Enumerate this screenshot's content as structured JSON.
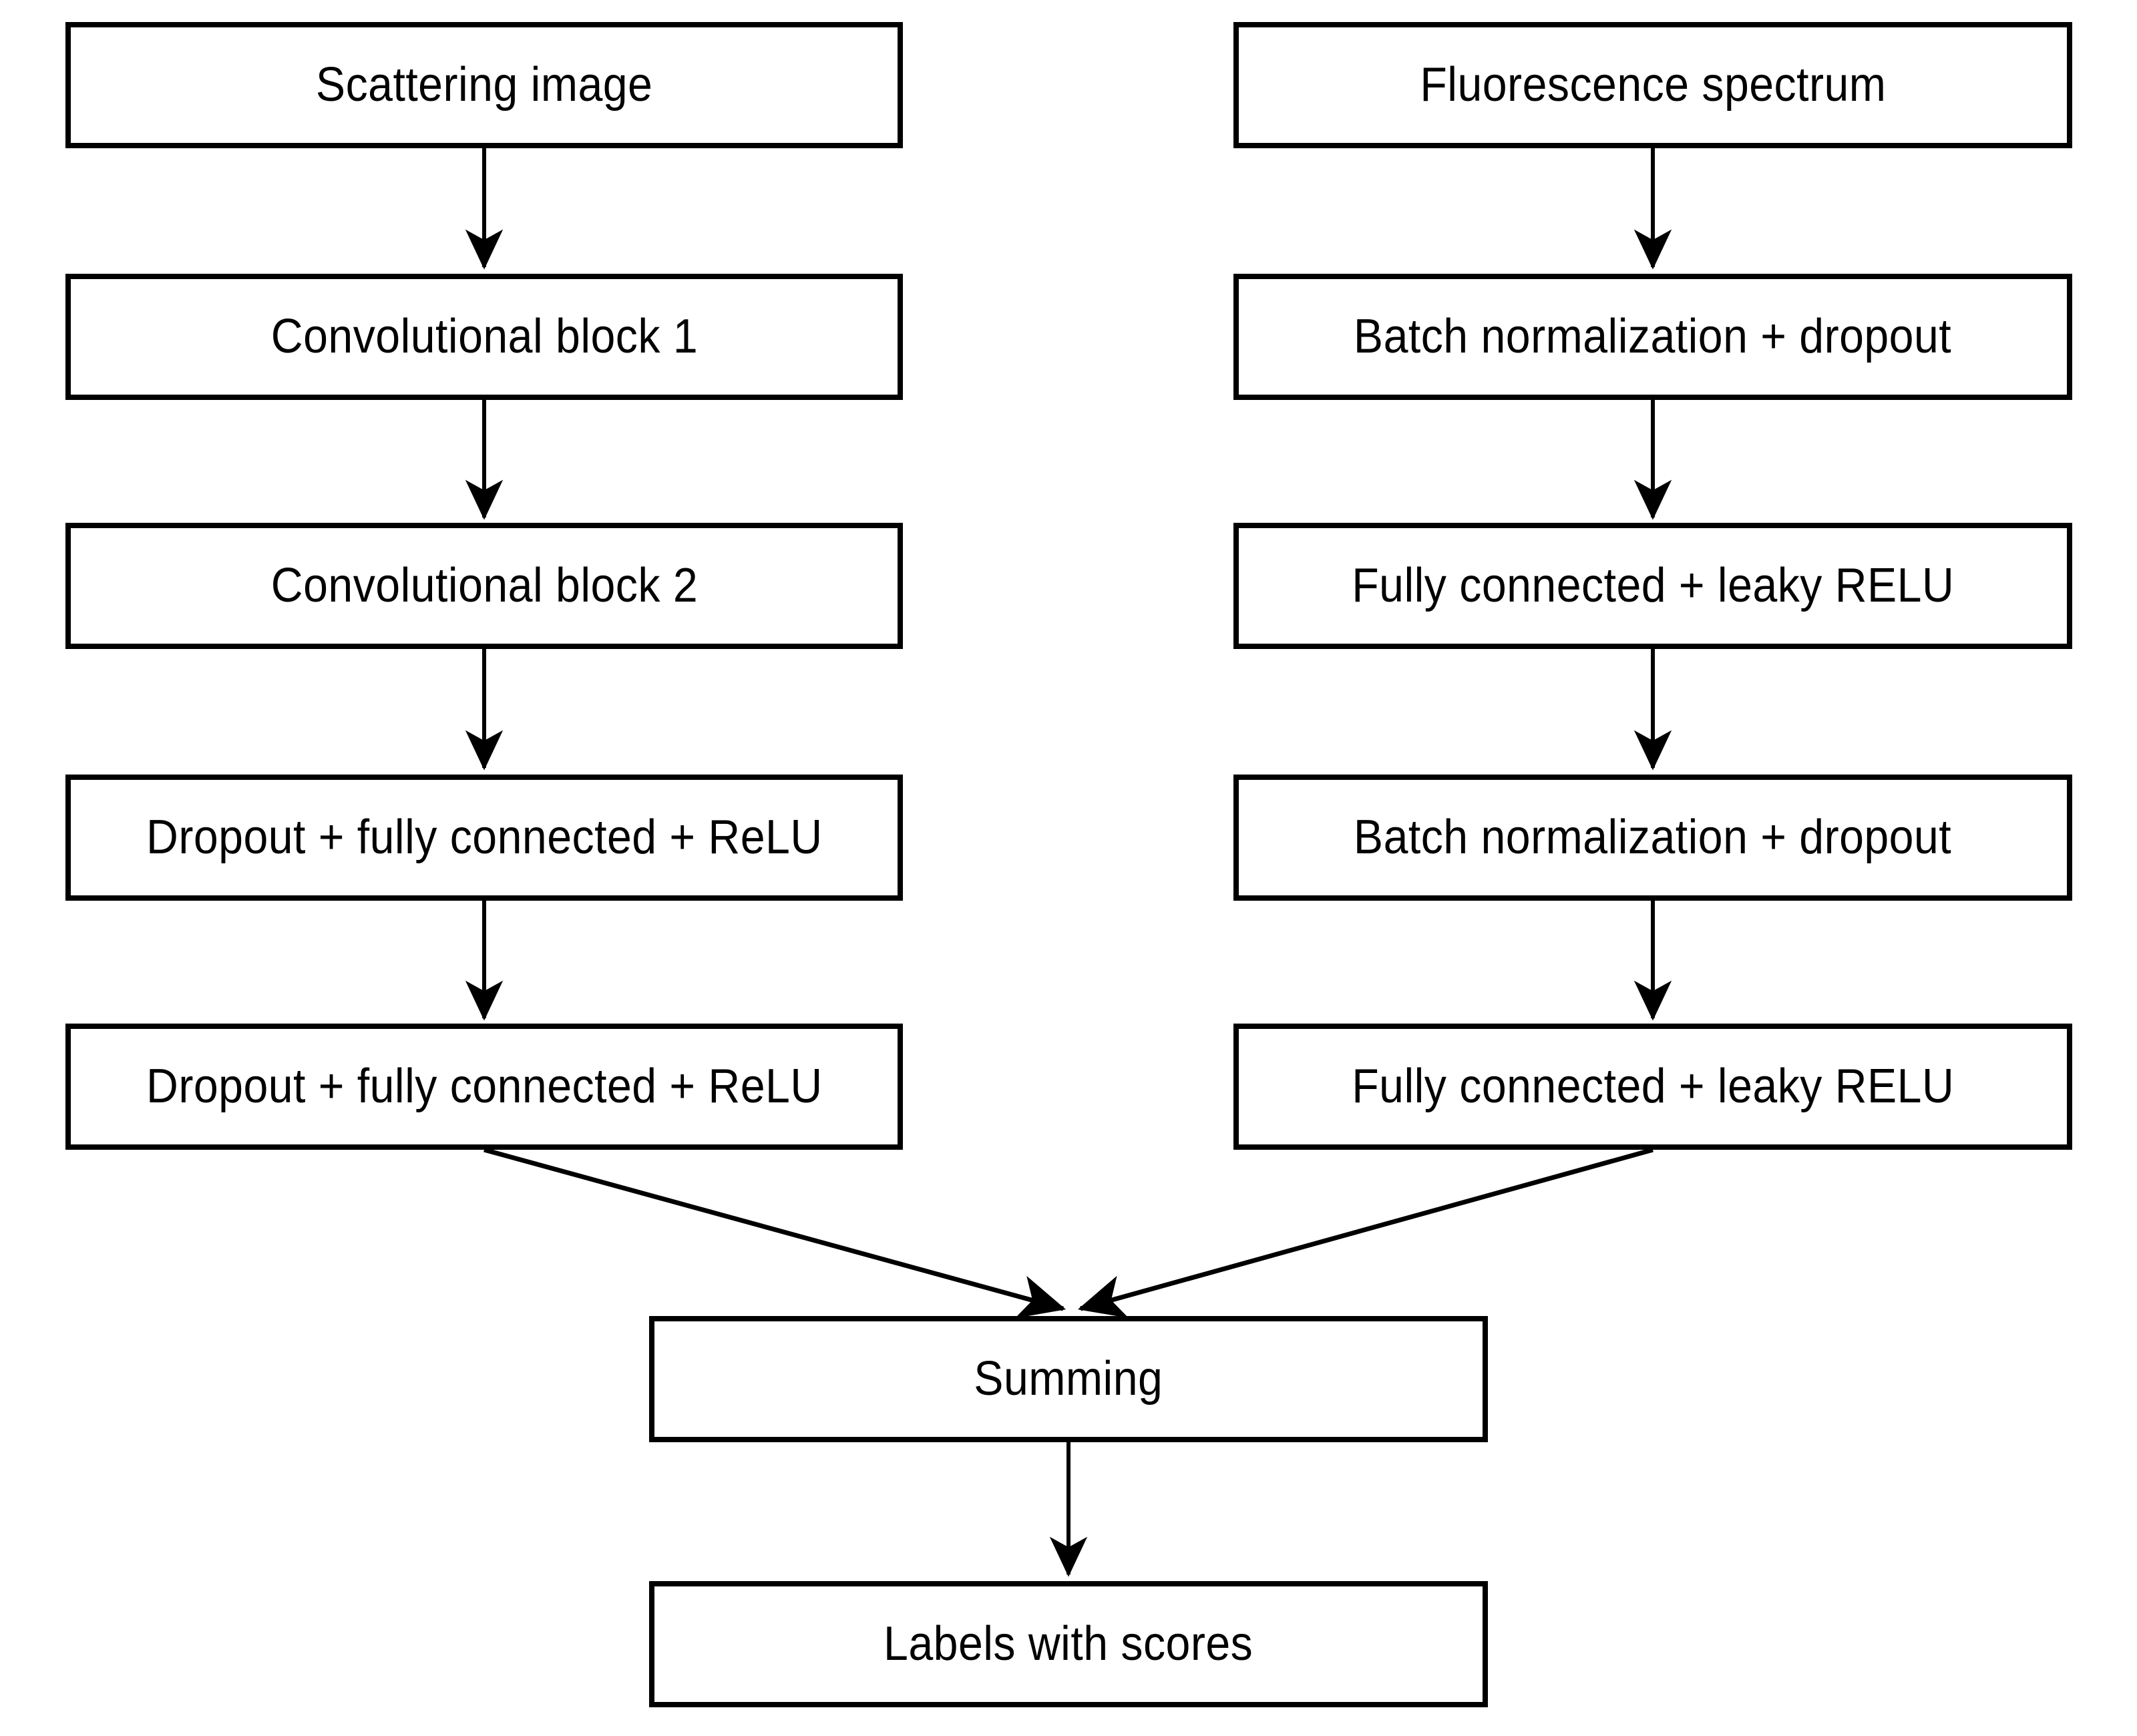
{
  "diagram": {
    "title": "Dual-branch neural network architecture flowchart",
    "background_color": "#ffffff",
    "stroke_color": "#000000",
    "text_color": "#000000",
    "nodes": [
      {
        "id": "scattering-image",
        "label": "Scattering image",
        "branch": "left",
        "row": 1
      },
      {
        "id": "conv-block-1",
        "label": "Convolutional block 1",
        "branch": "left",
        "row": 2
      },
      {
        "id": "conv-block-2",
        "label": "Convolutional block 2",
        "branch": "left",
        "row": 3
      },
      {
        "id": "dropout-fc-relu-1",
        "label": "Dropout + fully connected + ReLU",
        "branch": "left",
        "row": 4
      },
      {
        "id": "dropout-fc-relu-2",
        "label": "Dropout + fully connected + ReLU",
        "branch": "left",
        "row": 5
      },
      {
        "id": "fluorescence-spectrum",
        "label": "Fluorescence spectrum",
        "branch": "right",
        "row": 1
      },
      {
        "id": "batch-norm-dropout-1",
        "label": "Batch normalization + dropout",
        "branch": "right",
        "row": 2
      },
      {
        "id": "fc-leaky-relu-1",
        "label": "Fully connected + leaky RELU",
        "branch": "right",
        "row": 3
      },
      {
        "id": "batch-norm-dropout-2",
        "label": "Batch normalization + dropout",
        "branch": "right",
        "row": 4
      },
      {
        "id": "fc-leaky-relu-2",
        "label": "Fully connected + leaky RELU",
        "branch": "right",
        "row": 5
      },
      {
        "id": "summing",
        "label": "Summing",
        "branch": "center",
        "row": 6
      },
      {
        "id": "labels-with-scores",
        "label": "Labels with scores",
        "branch": "center",
        "row": 7
      }
    ],
    "edges": [
      {
        "from": "scattering-image",
        "to": "conv-block-1",
        "kind": "vertical-arrow"
      },
      {
        "from": "conv-block-1",
        "to": "conv-block-2",
        "kind": "vertical-arrow"
      },
      {
        "from": "conv-block-2",
        "to": "dropout-fc-relu-1",
        "kind": "vertical-arrow"
      },
      {
        "from": "dropout-fc-relu-1",
        "to": "dropout-fc-relu-2",
        "kind": "vertical-arrow"
      },
      {
        "from": "fluorescence-spectrum",
        "to": "batch-norm-dropout-1",
        "kind": "vertical-arrow"
      },
      {
        "from": "batch-norm-dropout-1",
        "to": "fc-leaky-relu-1",
        "kind": "vertical-arrow"
      },
      {
        "from": "fc-leaky-relu-1",
        "to": "batch-norm-dropout-2",
        "kind": "vertical-arrow"
      },
      {
        "from": "batch-norm-dropout-2",
        "to": "fc-leaky-relu-2",
        "kind": "vertical-arrow"
      },
      {
        "from": "dropout-fc-relu-2",
        "to": "summing",
        "kind": "diagonal-arrow"
      },
      {
        "from": "fc-leaky-relu-2",
        "to": "summing",
        "kind": "diagonal-arrow"
      },
      {
        "from": "summing",
        "to": "labels-with-scores",
        "kind": "vertical-arrow"
      }
    ]
  }
}
